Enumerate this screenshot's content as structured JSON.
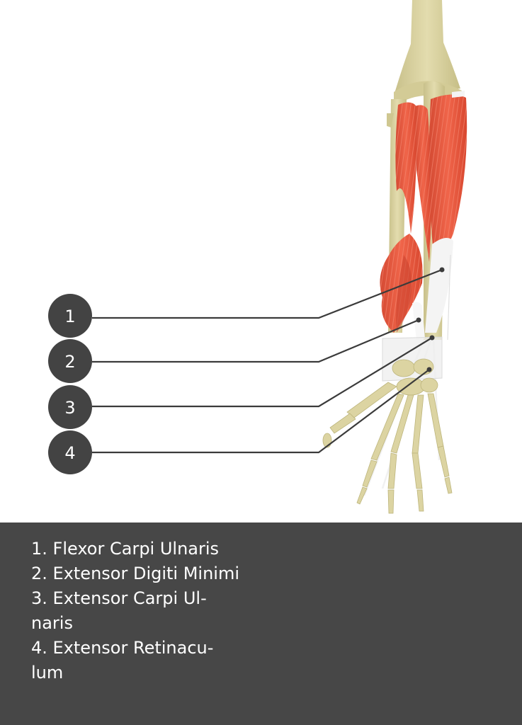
{
  "markers": [
    {
      "number": "1",
      "name": "Flexor Carpi Ulnaris"
    },
    {
      "number": "2",
      "name": "Extensor Digiti Minimi"
    },
    {
      "number": "3",
      "name": "Extensor Carpi Ulnaris"
    },
    {
      "number": "4",
      "name": "Extensor Retinaculum"
    }
  ],
  "legend": {
    "items": [
      {
        "text": "1. Flexor Carpi Ulnaris"
      },
      {
        "text": "2. Extensor Digiti Minimi"
      },
      {
        "text": "3. Extensor Carpi Ul-naris"
      },
      {
        "text": "4. Extensor Retinacu-lum"
      }
    ]
  },
  "colors": {
    "bone": "#ddd6a6",
    "bone_shadow": "#c3bb84",
    "muscle": "#e8553c",
    "muscle_dark": "#c9402b",
    "tendon": "#f2f2f2",
    "marker": "#434343",
    "legend_background": "#474747"
  }
}
